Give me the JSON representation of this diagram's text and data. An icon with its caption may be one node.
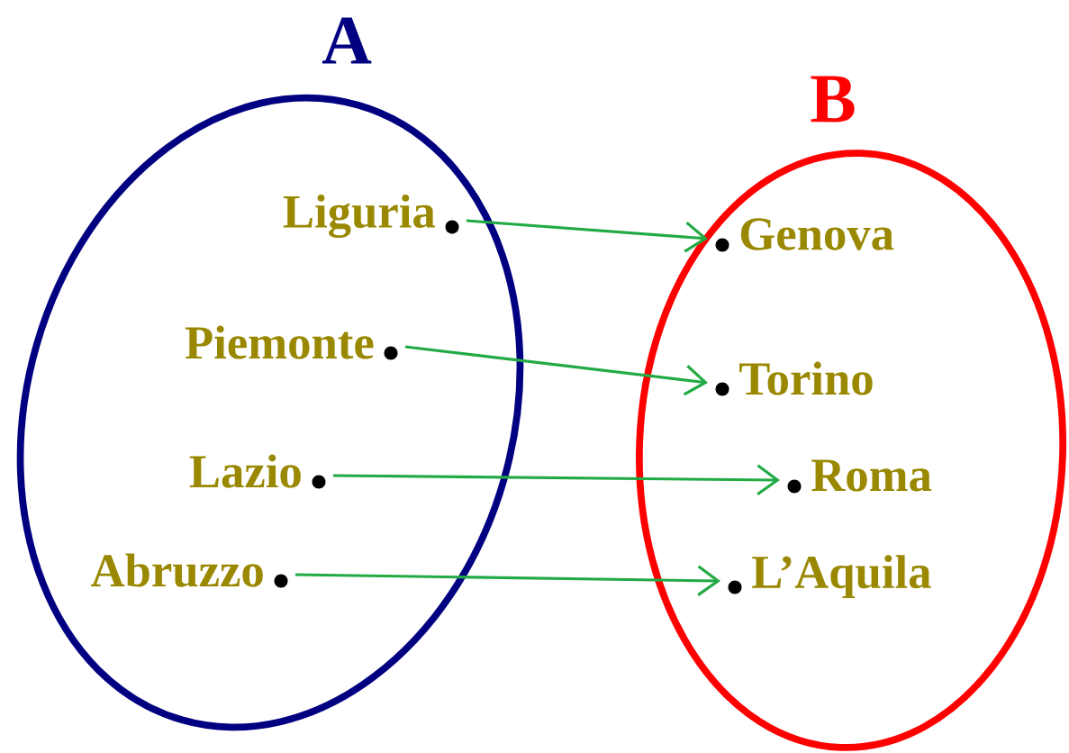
{
  "diagram": {
    "nodes": [
      {
        "text": [
          "A"
        ]
      },
      {
        "text": [
          "B"
        ]
      },
      {
        "text": [
          "Liguria"
        ],
        "in": 0
      },
      {
        "text": [
          "Piemonte"
        ],
        "in": 0
      },
      {
        "text": [
          "Lazio"
        ],
        "in": 0
      },
      {
        "text": [
          "Abruzzo"
        ],
        "in": 0
      },
      {
        "text": [
          "Genova"
        ],
        "in": 1
      },
      {
        "text": [
          "Torino"
        ],
        "in": 1
      },
      {
        "text": [
          "Roma"
        ],
        "in": 1
      },
      {
        "text": [
          "L’Aquila"
        ],
        "in": 1
      }
    ],
    "edges": [
      {
        "from": 2,
        "to": 6,
        "arrow": "to"
      },
      {
        "from": 3,
        "to": 7,
        "arrow": "to"
      },
      {
        "from": 4,
        "to": 8,
        "arrow": "to"
      },
      {
        "from": 5,
        "to": 9,
        "arrow": "to"
      }
    ]
  }
}
